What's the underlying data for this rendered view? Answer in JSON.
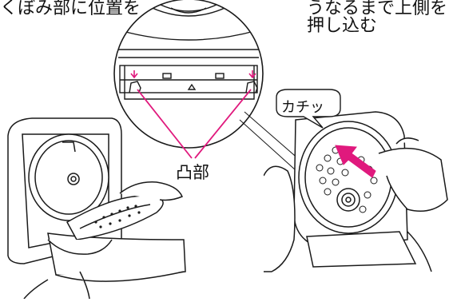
{
  "labels": {
    "left_caption_fragment": "くぼみ部に位置を",
    "right_caption_line1": "うなるまで上側を",
    "right_caption_line2": "押し込む",
    "part_label": "凸部",
    "sound_label": "カチッ"
  },
  "colors": {
    "leader_line": "#e0197d",
    "arrow": "#e0197d",
    "outline": "#1a1a1a",
    "background": "#ffffff"
  }
}
